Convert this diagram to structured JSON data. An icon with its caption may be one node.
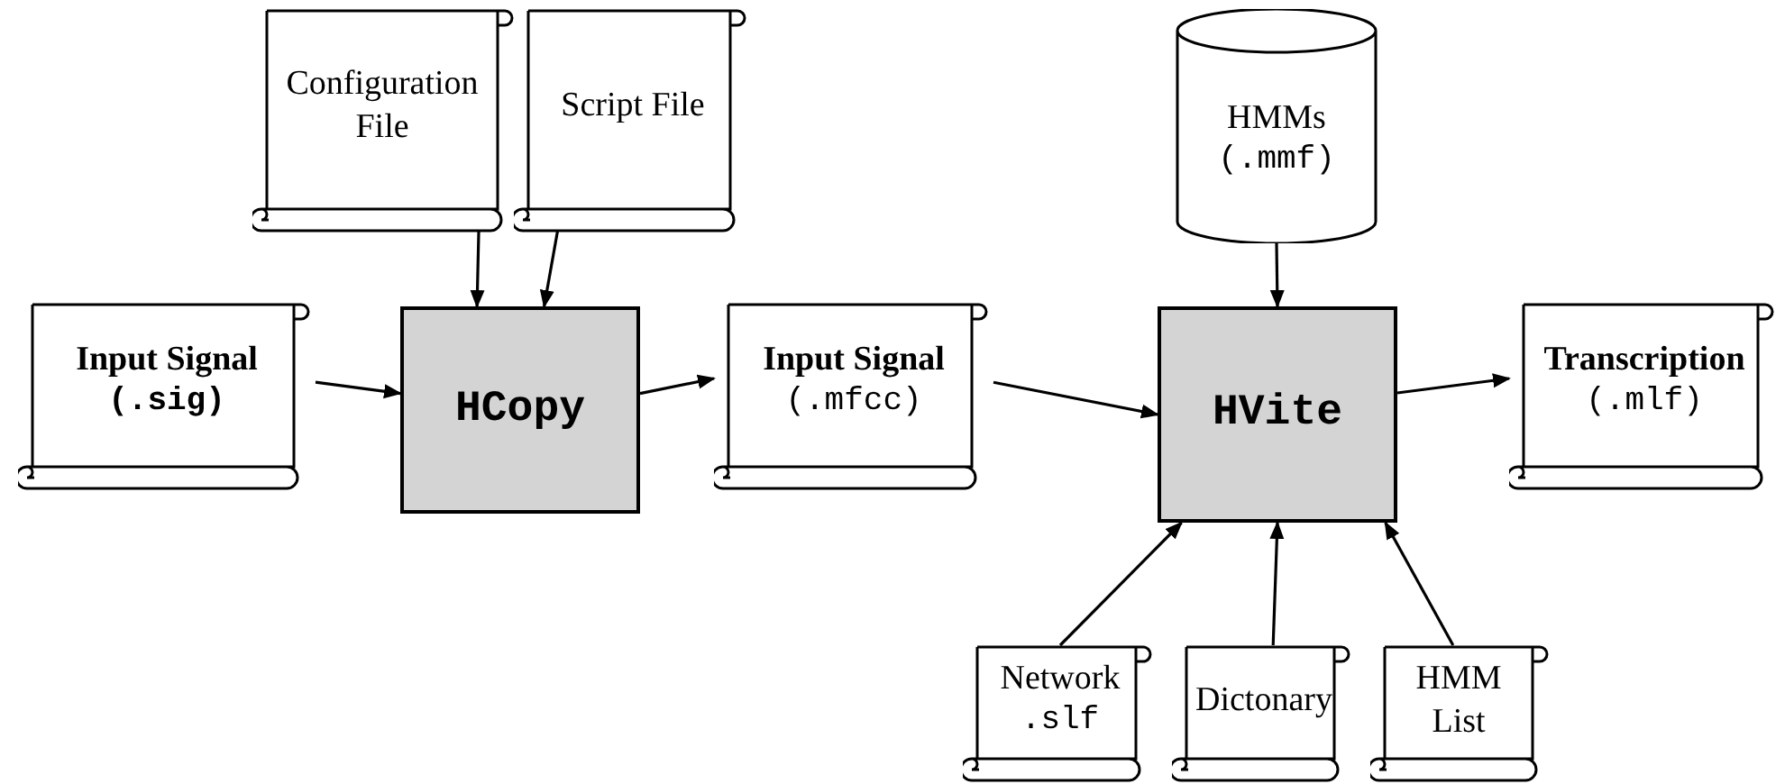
{
  "diagram": {
    "nodes": [
      {
        "text": [
          "Configuration File"
        ]
      },
      {
        "text": [
          "Script File"
        ]
      },
      {
        "text": [
          "Input Signal",
          "(.sig)"
        ]
      },
      {
        "text": [
          "HCopy"
        ]
      },
      {
        "text": [
          "Input Signal",
          "(.mfcc)"
        ]
      },
      {
        "text": [
          "HMMs",
          "(.mmf)"
        ]
      },
      {
        "text": [
          "HVite"
        ]
      },
      {
        "text": [
          "Transcription",
          "(.mlf)"
        ]
      },
      {
        "text": [
          "Network",
          ".slf"
        ]
      },
      {
        "text": [
          "Dictonary"
        ]
      },
      {
        "text": [
          "HMM List"
        ]
      }
    ],
    "edges": [
      {
        "from": 0,
        "to": 3,
        "arrow": "to"
      },
      {
        "from": 1,
        "to": 3,
        "arrow": "to"
      },
      {
        "from": 2,
        "to": 3,
        "arrow": "to"
      },
      {
        "from": 3,
        "to": 4,
        "arrow": "to"
      },
      {
        "from": 4,
        "to": 6,
        "arrow": "to"
      },
      {
        "from": 5,
        "to": 6,
        "arrow": "to"
      },
      {
        "from": 6,
        "to": 7,
        "arrow": "to"
      },
      {
        "from": 8,
        "to": 6,
        "arrow": "to"
      },
      {
        "from": 9,
        "to": 6,
        "arrow": "to"
      },
      {
        "from": 10,
        "to": 6,
        "arrow": "to"
      }
    ]
  }
}
